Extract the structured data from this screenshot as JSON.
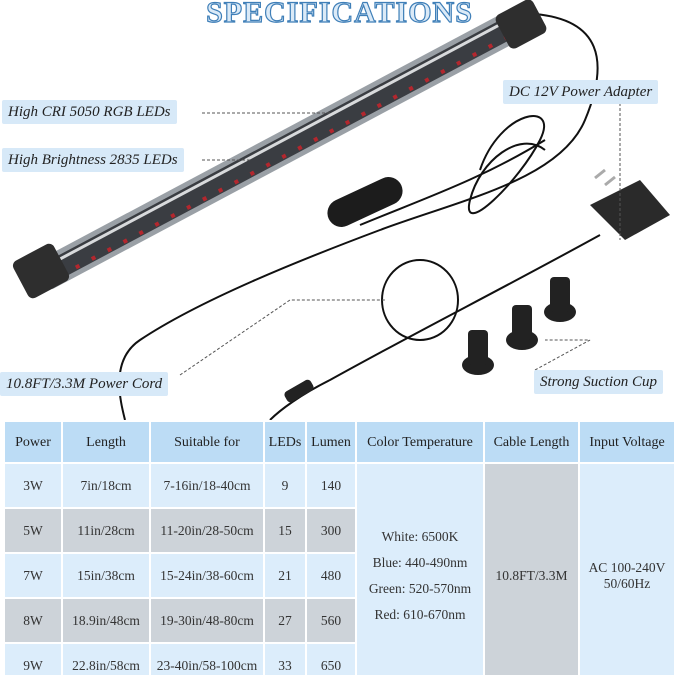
{
  "title": "SPECIFICATIONS",
  "callouts": {
    "rgb_leds": "High CRI 5050 RGB LEDs",
    "brightness_leds": "High Brightness 2835 LEDs",
    "adapter": "DC 12V Power Adapter",
    "cord": "10.8FT/3.3M Power Cord",
    "suction": "Strong Suction Cup"
  },
  "table": {
    "headers": [
      "Power",
      "Length",
      "Suitable for",
      "LEDs",
      "Lumen",
      "Color Temperature",
      "Cable Length",
      "Input Voltage"
    ],
    "rows": [
      [
        "3W",
        "7in/18cm",
        "7-16in/18-40cm",
        "9",
        "140"
      ],
      [
        "5W",
        "11in/28cm",
        "11-20in/28-50cm",
        "15",
        "300"
      ],
      [
        "7W",
        "15in/38cm",
        "15-24in/38-60cm",
        "21",
        "480"
      ],
      [
        "8W",
        "18.9in/48cm",
        "19-30in/48-80cm",
        "27",
        "560"
      ],
      [
        "9W",
        "22.8in/58cm",
        "23-40in/58-100cm",
        "33",
        "650"
      ]
    ],
    "color_temperature": [
      "White: 6500K",
      "Blue: 440-490nm",
      "Green: 520-570nm",
      "Red: 610-670nm"
    ],
    "cable_length": "10.8FT/3.3M",
    "input_voltage": [
      "AC 100-240V",
      "50/60Hz"
    ]
  },
  "colors": {
    "header_bg": "#bcdcf5",
    "row_light": "#dcedfb",
    "row_gray": "#cdd3d9",
    "title_stroke": "#3f7fb8"
  }
}
